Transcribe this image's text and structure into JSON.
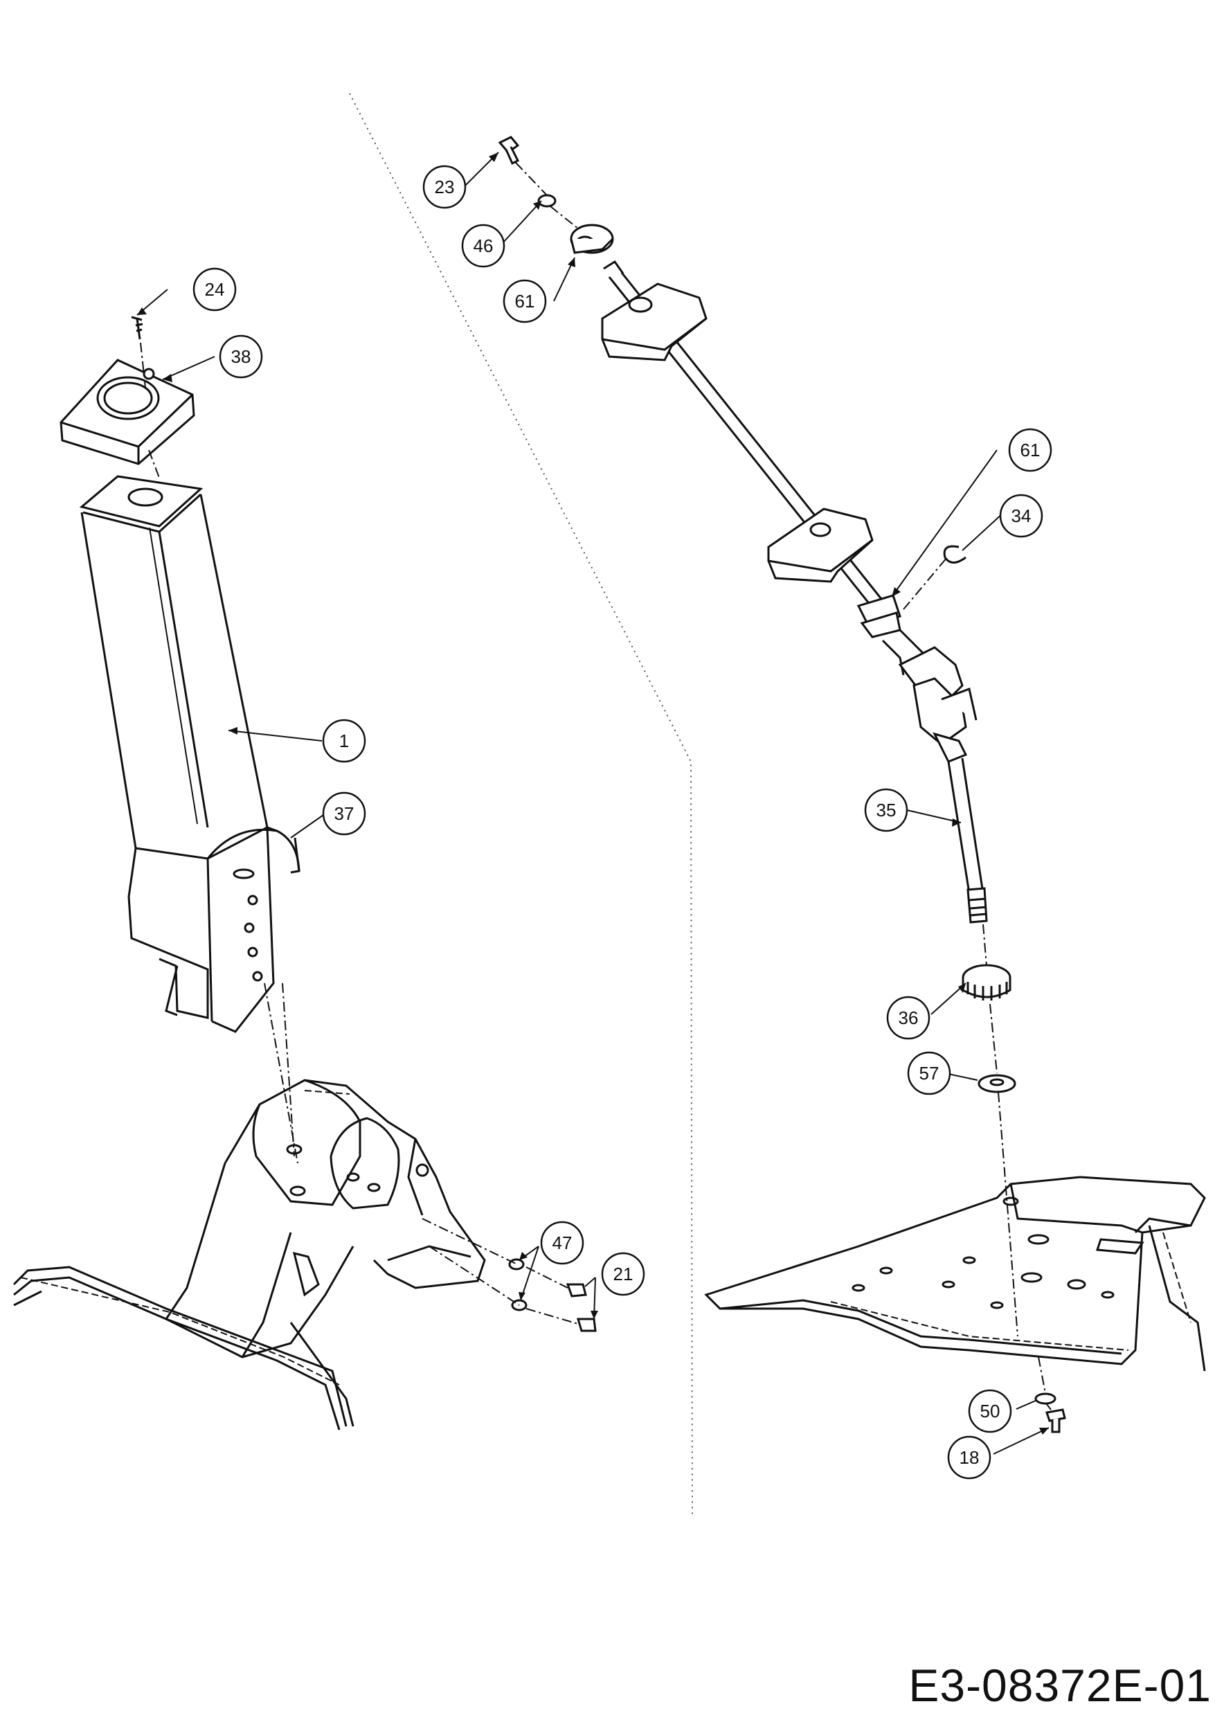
{
  "diagram": {
    "document_code": "E3-08372E-01",
    "callouts": {
      "p23": "23",
      "p46": "46",
      "p61a": "61",
      "p24": "24",
      "p38": "38",
      "p1": "1",
      "p37": "37",
      "p61b": "61",
      "p34": "34",
      "p35": "35",
      "p36": "36",
      "p57": "57",
      "p47": "47",
      "p21": "21",
      "p50": "50",
      "p18": "18"
    },
    "colors": {
      "line": "#111111",
      "background": "#ffffff"
    }
  }
}
